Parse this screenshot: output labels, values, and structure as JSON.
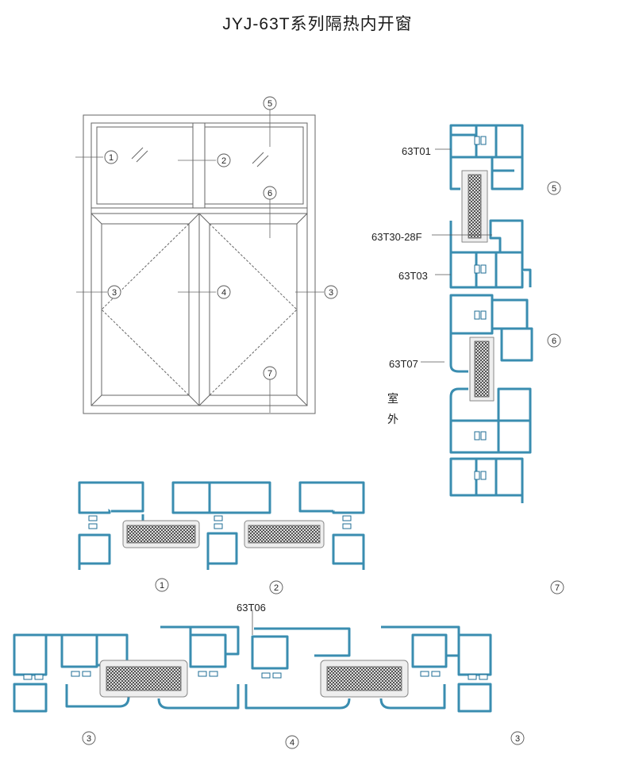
{
  "title": "JYJ-63T系列隔热内开窗",
  "profile_labels": {
    "t01": "63T01",
    "t30": "63T30-28F",
    "t03": "63T03",
    "t07": "63T07",
    "t06": "63T06"
  },
  "side_label": {
    "line1": "室",
    "line2": "外"
  },
  "callouts": {
    "c1": "1",
    "c2": "2",
    "c3": "3",
    "c4": "4",
    "c5": "5",
    "c6": "6",
    "c7": "7"
  },
  "colors": {
    "profile": "#3a8db0",
    "profile_dark": "#1f6e95",
    "glass_fill": "#eeeeee",
    "sealant": "#555555",
    "line": "#555555"
  }
}
